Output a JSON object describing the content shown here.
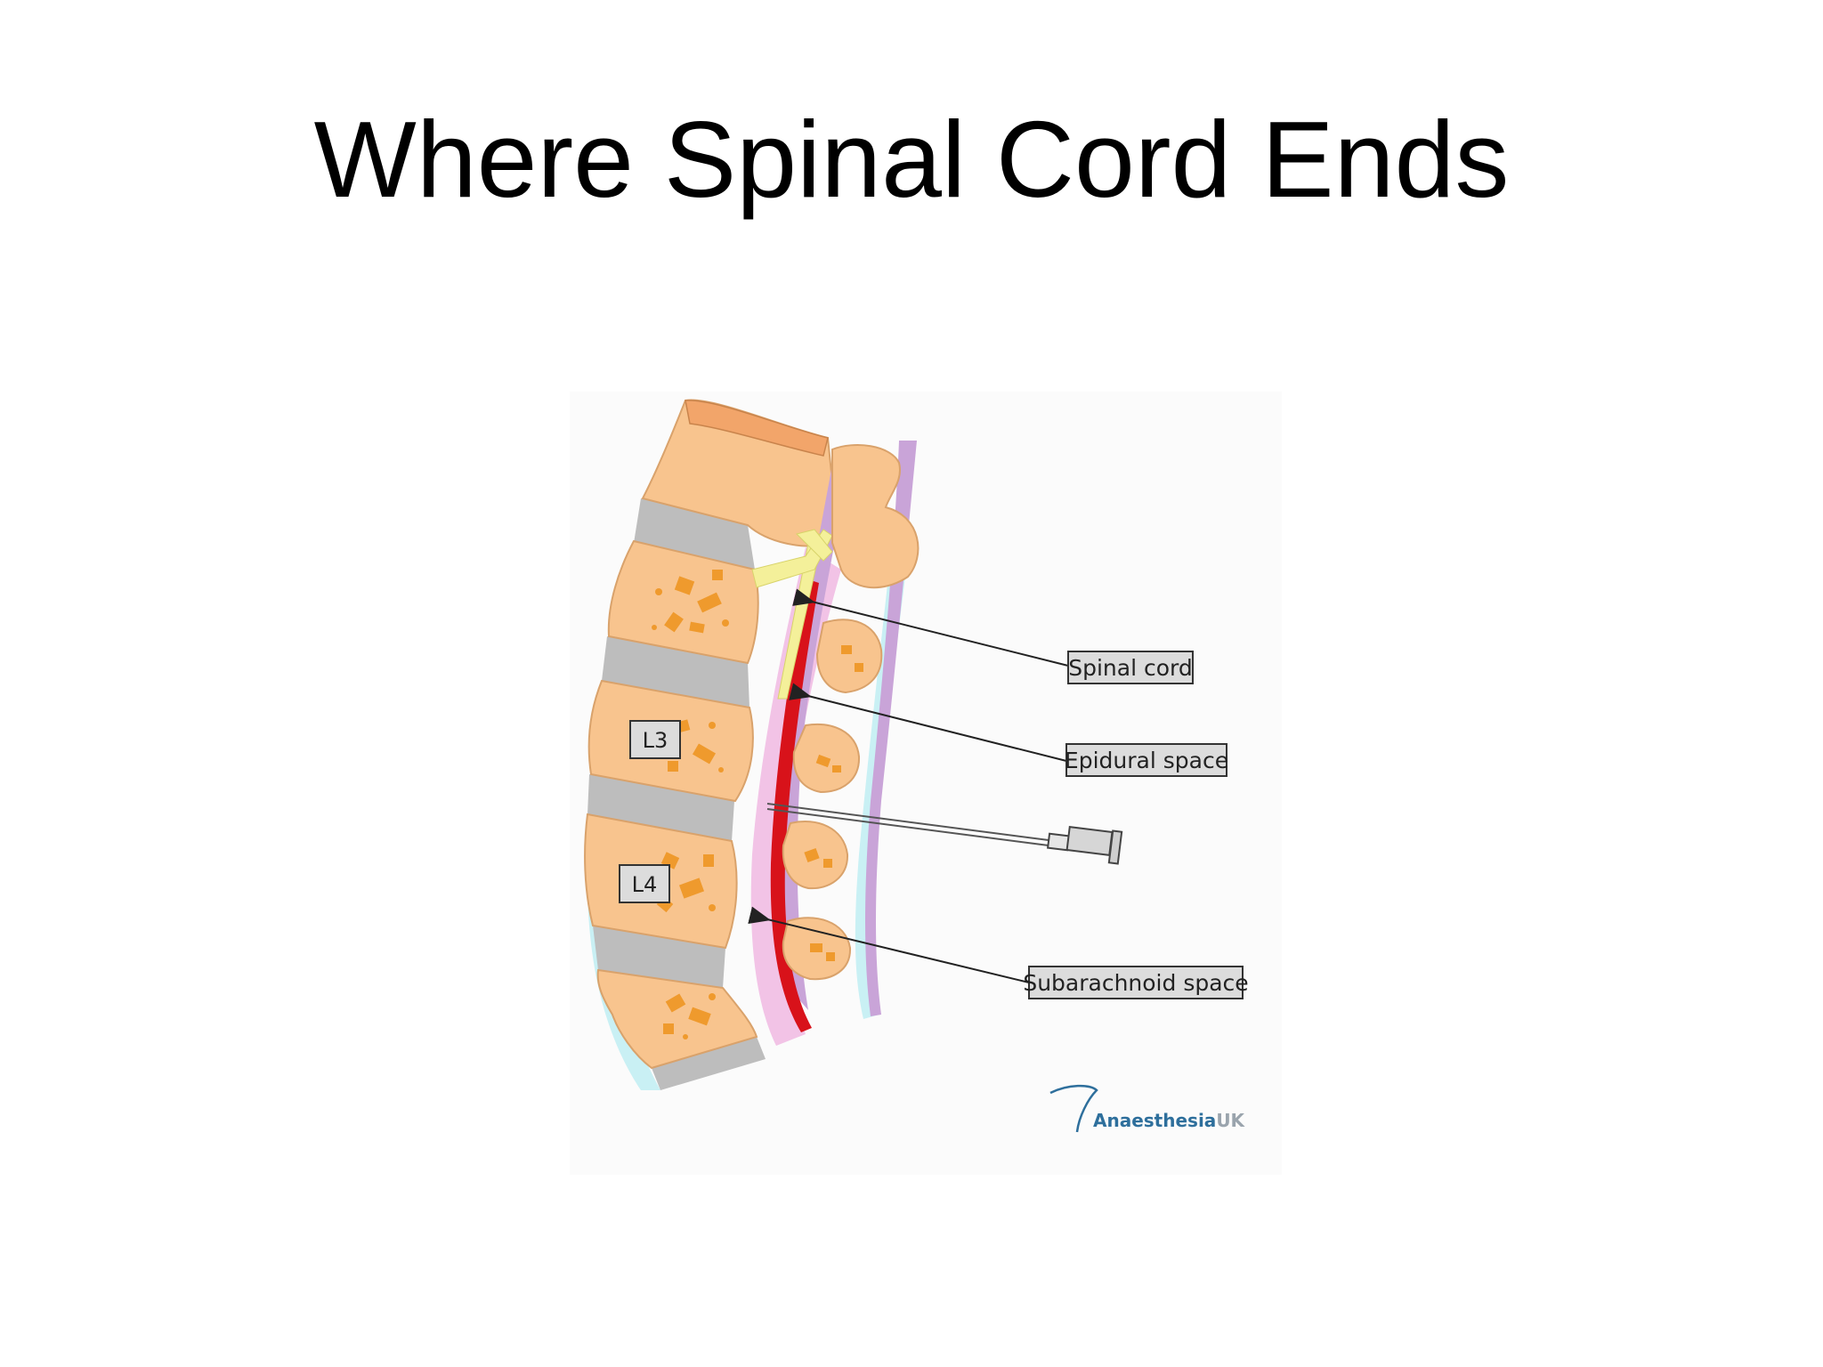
{
  "slide": {
    "title": "Where Spinal Cord Ends"
  },
  "diagram": {
    "labels": {
      "spinal_cord": "Spinal cord",
      "epidural_space": "Epidural space",
      "subarachnoid_space": "Subarachnoid space"
    },
    "vertebra_labels": {
      "l3": "L3",
      "l4": "L4"
    },
    "logo": {
      "main": "Anaesthesia",
      "suffix": "UK"
    },
    "colors": {
      "bone": "#f8c48e",
      "bone_outline": "#d9a26b",
      "marrow": "#ef9a2d",
      "disc": "#bdbdbd",
      "csf_red": "#d8121a",
      "dura_purple": "#c9a4d8",
      "pink": "#f2c3e6",
      "ligament_cyan": "#c9f0f4",
      "cord_yellow": "#f4f09a",
      "label_box": "#dcdcdc"
    }
  }
}
